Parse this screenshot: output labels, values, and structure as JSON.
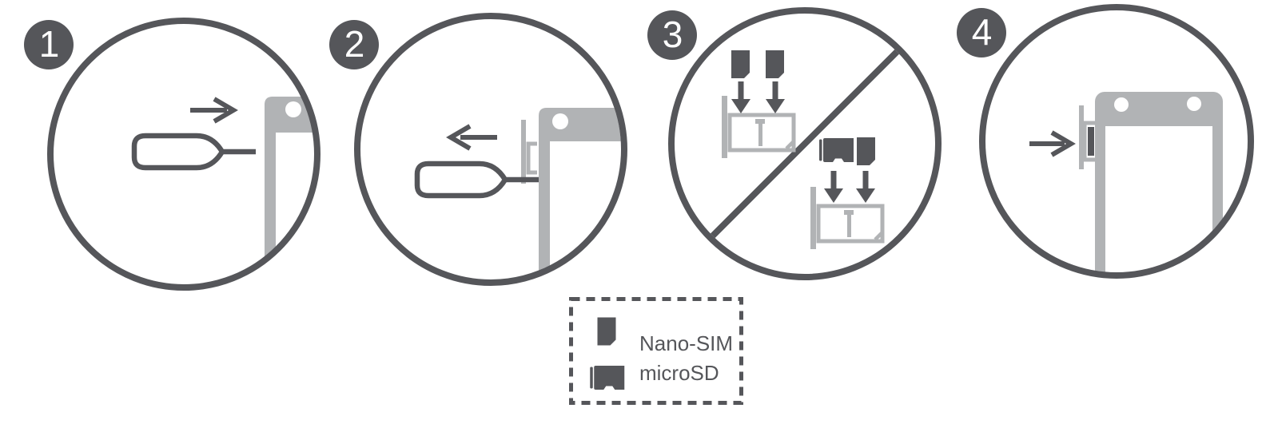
{
  "colors": {
    "dark_gray": "#55565A",
    "light_gray": "#B1B3B5",
    "white": "#FFFFFF"
  },
  "steps": [
    {
      "number": "1",
      "icon": "sim-eject-tool-with-right-arrow-at-phone-edge"
    },
    {
      "number": "2",
      "icon": "sim-eject-tool-pulling-tray-out-left-arrow"
    },
    {
      "number": "3",
      "icon": "card-placement-options-dual-nano-sim-or-microsd-plus-nano-sim"
    },
    {
      "number": "4",
      "icon": "tray-inserted-back-into-phone-right-arrow"
    }
  ],
  "legend": {
    "items": [
      {
        "icon": "nano-sim-card-icon",
        "label": "Nano-SIM"
      },
      {
        "icon": "microsd-card-icon",
        "label": "microSD"
      }
    ]
  }
}
